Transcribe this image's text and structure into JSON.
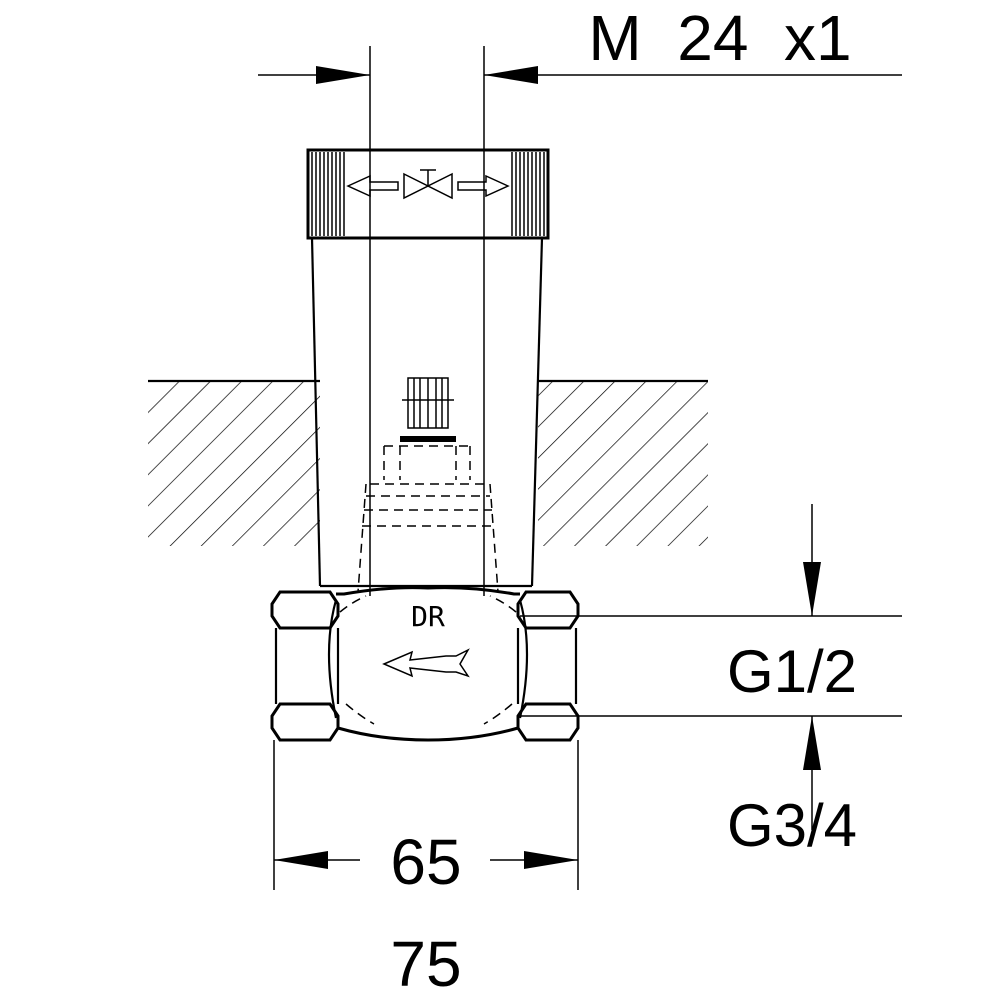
{
  "dimensions": {
    "thread": "M  24  x1",
    "g_half": "G1/2",
    "g_three_quarter": "G3/4",
    "width_65": "65",
    "width_75": "75"
  },
  "body_marking": "DR"
}
